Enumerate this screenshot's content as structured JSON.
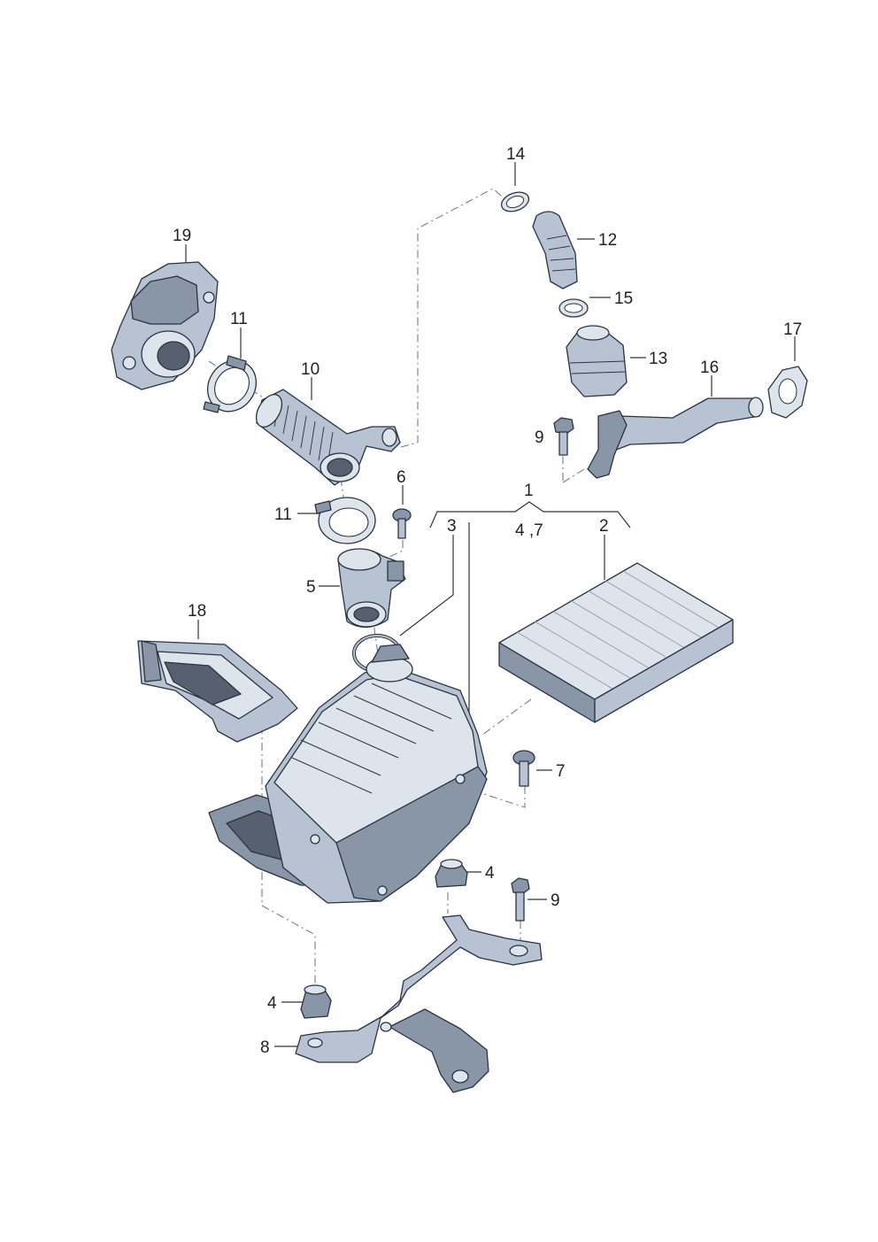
{
  "diagram": {
    "callouts": [
      {
        "id": "c14",
        "text": "14"
      },
      {
        "id": "c12",
        "text": "12"
      },
      {
        "id": "c15",
        "text": "15"
      },
      {
        "id": "c13",
        "text": "13"
      },
      {
        "id": "c17",
        "text": "17"
      },
      {
        "id": "c16",
        "text": "16"
      },
      {
        "id": "c9a",
        "text": "9"
      },
      {
        "id": "c19",
        "text": "19"
      },
      {
        "id": "c11a",
        "text": "11"
      },
      {
        "id": "c10",
        "text": "10"
      },
      {
        "id": "c6",
        "text": "6"
      },
      {
        "id": "c11b",
        "text": "11"
      },
      {
        "id": "c1",
        "text": "1"
      },
      {
        "id": "c3",
        "text": "3"
      },
      {
        "id": "c47",
        "text": "4 ,7"
      },
      {
        "id": "c2",
        "text": "2"
      },
      {
        "id": "c5",
        "text": "5"
      },
      {
        "id": "c18",
        "text": "18"
      },
      {
        "id": "c7",
        "text": "7"
      },
      {
        "id": "c4a",
        "text": "4"
      },
      {
        "id": "c9b",
        "text": "9"
      },
      {
        "id": "c4b",
        "text": "4"
      },
      {
        "id": "c8",
        "text": "8"
      }
    ],
    "parts": [
      "throttle-valve-housing",
      "hose-clamp",
      "intake-connection-pipe",
      "filter-housing-screw",
      "air-mass-meter",
      "sealing-ring",
      "air-filter-housing",
      "air-filter-element",
      "air-intake-guide",
      "rubber-buffer",
      "bracket",
      "breather-hose",
      "pressure-regulating-valve",
      "breather-pipe",
      "gasket"
    ]
  }
}
